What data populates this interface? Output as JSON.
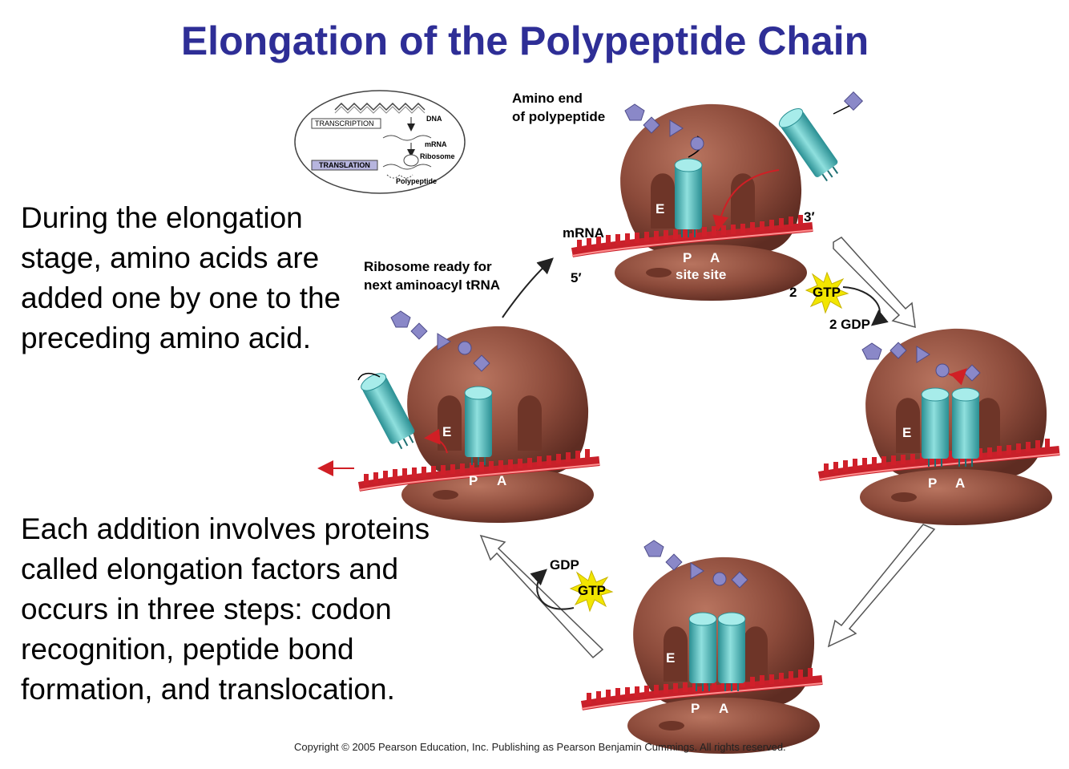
{
  "title": "Elongation of the Polypeptide Chain",
  "paragraphs": [
    "During the elongation stage, amino acids are added one by one to the preceding amino acid.",
    "Each addition involves proteins called elongation factors and occurs in three steps: codon recognition, peptide bond formation, and translocation."
  ],
  "copyright": "Copyright ©  2005 Pearson Education, Inc. Publishing as Pearson Benjamin Cummings. All rights reserved.",
  "inset": {
    "transcription": "TRANSCRIPTION",
    "translation": "TRANSLATION",
    "dna": "DNA",
    "mrna": "mRNA",
    "ribosome": "Ribosome",
    "polypeptide": "Polypeptide"
  },
  "labels": {
    "amino_end_1": "Amino end",
    "amino_end_2": "of polypeptide",
    "mrna": "mRNA",
    "three_prime": "3′",
    "five_prime": "5′",
    "e_site": "E",
    "p": "P",
    "a": "A",
    "p_site": "site",
    "a_site": "site",
    "ready_1": "Ribosome ready for",
    "ready_2": "next aminoacyl tRNA",
    "gtp": "GTP",
    "gdp": "GDP",
    "two": "2",
    "two_gdp": "2 GDP"
  },
  "colors": {
    "title": "#2e2e96",
    "ribosome": "#8b4a3a",
    "trna": "#3fb5b5",
    "mrna": "#c8202a",
    "amino_acid": "#8a88c8",
    "gtp_star": "#f2e600"
  }
}
